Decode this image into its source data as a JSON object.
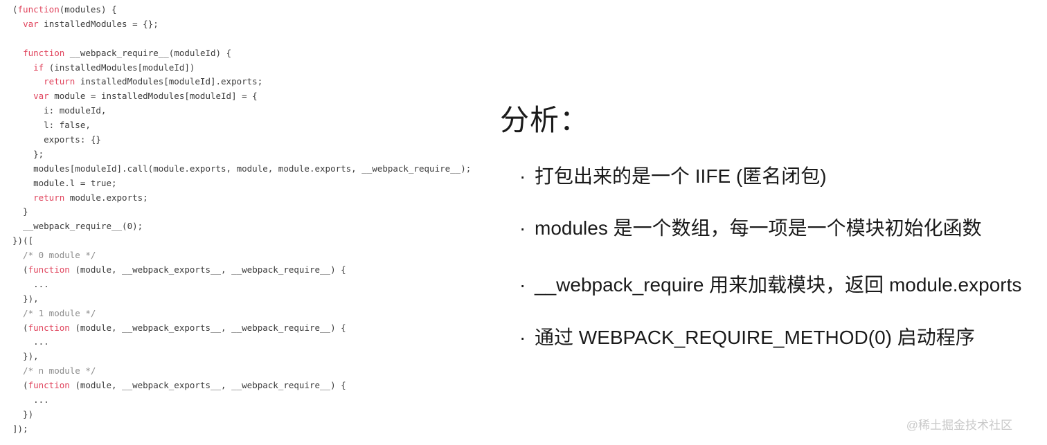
{
  "colors": {
    "keyword": "#e0435c",
    "comment": "#8c8c8c",
    "code_text": "#3b3b3b",
    "annotation_text": "#1a1a1a",
    "watermark": "#c9c9c9",
    "background": "#ffffff"
  },
  "code": {
    "lines": [
      [
        [
          "p",
          "("
        ],
        [
          "k",
          "function"
        ],
        [
          "p",
          "(modules) {"
        ]
      ],
      [
        [
          "p",
          "  "
        ],
        [
          "k",
          "var"
        ],
        [
          "p",
          " installedModules = {};"
        ]
      ],
      [
        [
          "p",
          ""
        ]
      ],
      [
        [
          "p",
          "  "
        ],
        [
          "k",
          "function"
        ],
        [
          "p",
          " __webpack_require__(moduleId) {"
        ]
      ],
      [
        [
          "p",
          "    "
        ],
        [
          "k",
          "if"
        ],
        [
          "p",
          " (installedModules[moduleId])"
        ]
      ],
      [
        [
          "p",
          "      "
        ],
        [
          "k",
          "return"
        ],
        [
          "p",
          " installedModules[moduleId].exports;"
        ]
      ],
      [
        [
          "p",
          "    "
        ],
        [
          "k",
          "var"
        ],
        [
          "p",
          " module = installedModules[moduleId] = {"
        ]
      ],
      [
        [
          "p",
          "      i: moduleId,"
        ]
      ],
      [
        [
          "p",
          "      l: false,"
        ]
      ],
      [
        [
          "p",
          "      exports: {}"
        ]
      ],
      [
        [
          "p",
          "    };"
        ]
      ],
      [
        [
          "p",
          "    modules[moduleId].call(module.exports, module, module.exports, __webpack_require__);"
        ]
      ],
      [
        [
          "p",
          "    module.l = true;"
        ]
      ],
      [
        [
          "p",
          "    "
        ],
        [
          "k",
          "return"
        ],
        [
          "p",
          " module.exports;"
        ]
      ],
      [
        [
          "p",
          "  }"
        ]
      ],
      [
        [
          "p",
          "  __webpack_require__(0);"
        ]
      ],
      [
        [
          "p",
          "})(["
        ]
      ],
      [
        [
          "c",
          "  /* 0 module */"
        ]
      ],
      [
        [
          "p",
          "  ("
        ],
        [
          "k",
          "function"
        ],
        [
          "p",
          " (module, __webpack_exports__, __webpack_require__) {"
        ]
      ],
      [
        [
          "p",
          "    ..."
        ]
      ],
      [
        [
          "p",
          "  }),"
        ]
      ],
      [
        [
          "c",
          "  /* 1 module */"
        ]
      ],
      [
        [
          "p",
          "  ("
        ],
        [
          "k",
          "function"
        ],
        [
          "p",
          " (module, __webpack_exports__, __webpack_require__) {"
        ]
      ],
      [
        [
          "p",
          "    ..."
        ]
      ],
      [
        [
          "p",
          "  }),"
        ]
      ],
      [
        [
          "c",
          "  /* n module */"
        ]
      ],
      [
        [
          "p",
          "  ("
        ],
        [
          "k",
          "function"
        ],
        [
          "p",
          " (module, __webpack_exports__, __webpack_require__) {"
        ]
      ],
      [
        [
          "p",
          "    ..."
        ]
      ],
      [
        [
          "p",
          "  })"
        ]
      ],
      [
        [
          "p",
          "]);"
        ]
      ]
    ]
  },
  "annotations": {
    "heading": "分析：",
    "bullet_char": "·",
    "bullets": [
      "打包出来的是一个 IIFE (匿名闭包)",
      "modules 是一个数组，每一项是一个模块初始化函数",
      "__webpack_require 用来加载模块，返回 module.exports",
      "通过 WEBPACK_REQUIRE_METHOD(0) 启动程序"
    ]
  },
  "watermark": "@稀土掘金技术社区"
}
